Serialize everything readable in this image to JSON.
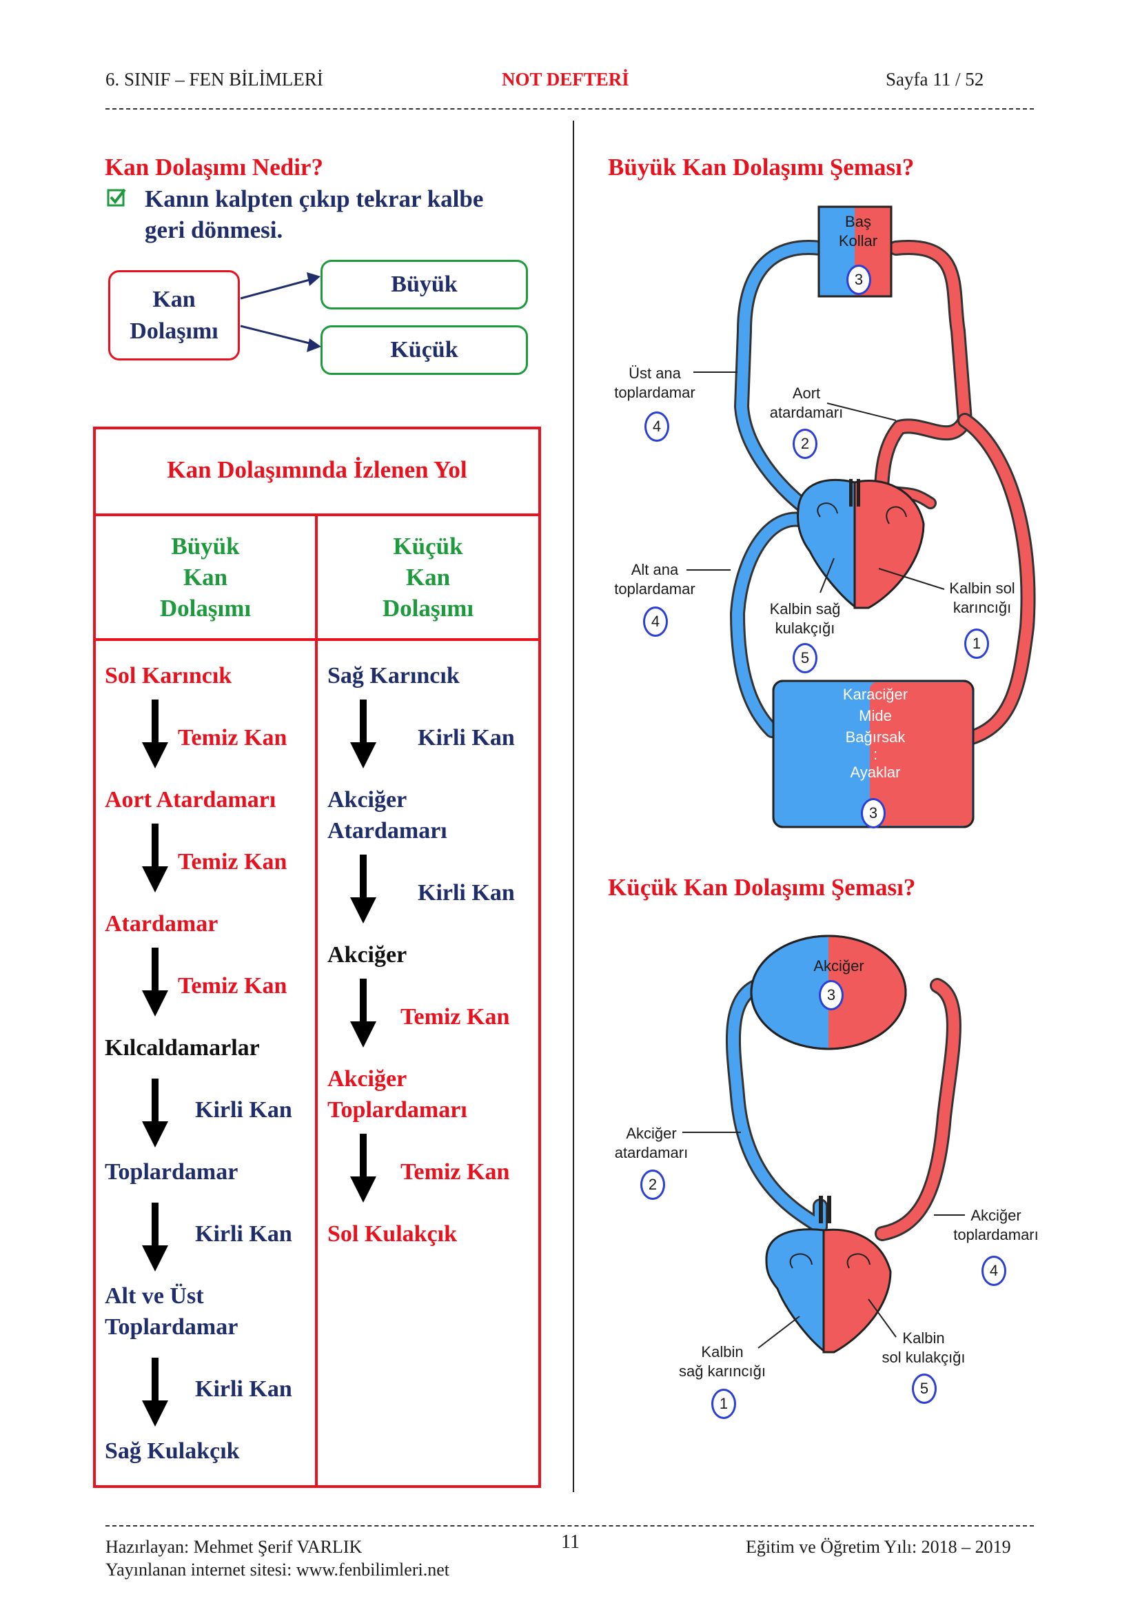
{
  "header": {
    "left": "6. SINIF – FEN BİLİMLERİ",
    "center": "NOT DEFTERİ",
    "right": "Sayfa 11 / 52"
  },
  "intro": {
    "question": "Kan Dolaşımı Nedir?",
    "answer_line1": "Kanın kalpten çıkıp tekrar kalbe",
    "answer_line2": "geri dönmesi.",
    "check_icon": "checkbox-checked-icon"
  },
  "types_diagram": {
    "source_line1": "Kan",
    "source_line2": "Dolaşımı",
    "target1": "Büyük",
    "target2": "Küçük"
  },
  "path_table": {
    "title": "Kan Dolaşımında İzlenen Yol",
    "col1_header": [
      "Büyük",
      "Kan",
      "Dolaşımı"
    ],
    "col2_header": [
      "Küçük",
      "Kan",
      "Dolaşımı"
    ],
    "col1": {
      "s1": "Sol Karıncık",
      "a1": "Temiz Kan",
      "s2": "Aort Atardamarı",
      "a2": "Temiz Kan",
      "s3": "Atardamar",
      "a3": "Temiz Kan",
      "s4": "Kılcaldamarlar",
      "a4": "Kirli Kan",
      "s5": "Toplardamar",
      "a5": "Kirli Kan",
      "s6a": "Alt ve Üst",
      "s6b": "Toplardamar",
      "a6": "Kirli Kan",
      "s7": "Sağ Kulakçık"
    },
    "col2": {
      "s1": "Sağ Karıncık",
      "a1": "Kirli Kan",
      "s2a": "Akciğer",
      "s2b": "Atardamarı",
      "a2": "Kirli Kan",
      "s3": "Akciğer",
      "a3": "Temiz Kan",
      "s4a": "Akciğer",
      "s4b": "Toplardamarı",
      "a4": "Temiz Kan",
      "s5": "Sol Kulakçık"
    }
  },
  "big_scheme": {
    "title": "Büyük Kan Dolaşımı Şeması?",
    "head_line1": "Baş",
    "head_line2": "Kollar",
    "head_num": "3",
    "upper_vein_line1": "Üst ana",
    "upper_vein_line2": "toplardamar",
    "upper_vein_num": "4",
    "aorta_line1": "Aort",
    "aorta_line2": "atardamarı",
    "aorta_num": "2",
    "lower_vein_line1": "Alt ana",
    "lower_vein_line2": "toplardamar",
    "lower_vein_num": "4",
    "right_atrium_line1": "Kalbin sağ",
    "right_atrium_line2": "kulakçığı",
    "right_atrium_num": "5",
    "left_ventricle_line1": "Kalbin sol",
    "left_ventricle_line2": "karıncığı",
    "left_ventricle_num": "1",
    "organs": [
      "Karaciğer",
      "Mide",
      "Bağırsak",
      ":",
      "Ayaklar"
    ],
    "organs_num": "3"
  },
  "small_scheme": {
    "title": "Küçük Kan Dolaşımı Şeması?",
    "lung": "Akciğer",
    "lung_num": "3",
    "artery_line1": "Akciğer",
    "artery_line2": "atardamarı",
    "artery_num": "2",
    "vein_line1": "Akciğer",
    "vein_line2": "toplardamarı",
    "vein_num": "4",
    "right_ventricle_line1": "Kalbin",
    "right_ventricle_line2": "sağ karıncığı",
    "right_ventricle_num": "1",
    "left_atrium_line1": "Kalbin",
    "left_atrium_line2": "sol kulakçığı",
    "left_atrium_num": "5"
  },
  "footer": {
    "author": "Hazırlayan: Mehmet Şerif VARLIK",
    "site": "Yayınlanan internet sitesi: www.fenbilimleri.net",
    "page": "11",
    "year": "Eğitim ve Öğretim Yılı: 2018 – 2019"
  },
  "colors": {
    "red": "#e8121e",
    "navy": "#1f2d6b",
    "green": "#1c9a3c",
    "blue_blood": "#4aa3f0",
    "red_blood": "#f05a5a"
  }
}
